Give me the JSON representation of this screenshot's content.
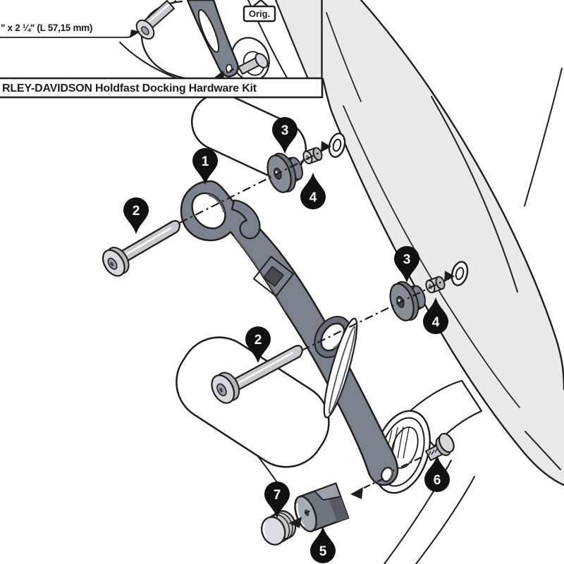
{
  "panel": {
    "title": "RLEY-DAVIDSON Holdfast Docking Hardware Kit",
    "dimension_label": "\" x 2 ¼\" (L 57,15 mm)",
    "orig_tag": "Orig."
  },
  "callouts": [
    {
      "part": "support-bracket",
      "label": "1"
    },
    {
      "part": "socket-bolt-upper",
      "label": "2"
    },
    {
      "part": "socket-bolt-lower",
      "label": "2"
    },
    {
      "part": "grommet-upper",
      "label": "3"
    },
    {
      "part": "grommet-lower",
      "label": "3"
    },
    {
      "part": "spacer-upper",
      "label": "4"
    },
    {
      "part": "spacer-lower",
      "label": "4"
    },
    {
      "part": "barrel-spacer",
      "label": "5"
    },
    {
      "part": "fastening-bolt",
      "label": "6"
    },
    {
      "part": "threaded-cap",
      "label": "7"
    }
  ],
  "colors": {
    "outline": "#1d1d1b",
    "part_gray": "#7b828d",
    "part_gray_mid": "#6d737d",
    "part_gray_dark": "#565b63",
    "metal_light": "#c6cad0",
    "metal_face": "#d6d9dd",
    "fender_gray": "#e8e9ea",
    "callout_bg": "#111111",
    "callout_text": "#ffffff"
  }
}
